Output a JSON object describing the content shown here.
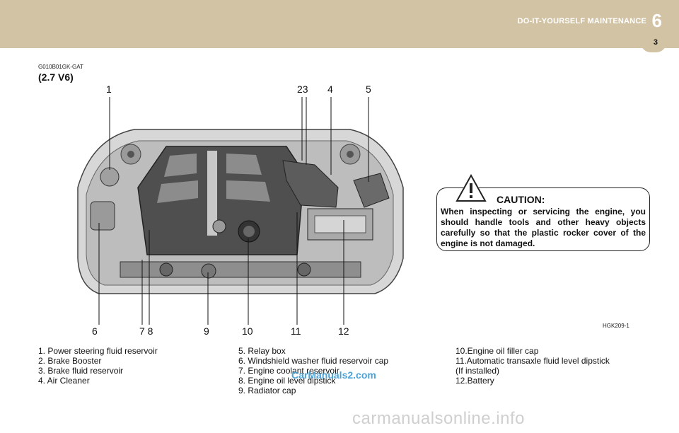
{
  "header": {
    "section_title": "DO-IT-YOURSELF MAINTENANCE",
    "chapter_number": "6",
    "page_number": "3",
    "band_color": "#d2c3a4"
  },
  "content": {
    "code": "G010B01GK-GAT",
    "variant": "(2.7 V6)",
    "figure_code": "HGK209-1"
  },
  "callouts": {
    "n1": "1",
    "n23": "23",
    "n4": "4",
    "n5": "5",
    "n6": "6",
    "n78": "7 8",
    "n9": "9",
    "n10": "10",
    "n11": "11",
    "n12": "12"
  },
  "caution": {
    "icon": "warning-triangle-icon",
    "title": "CAUTION:",
    "body": "When inspecting or servicing the engine, you should handle tools and other heavy objects carefully so that the plastic rocker cover of the engine is not damaged."
  },
  "legend": {
    "col1": [
      "1.  Power steering fluid reservoir",
      "2.  Brake  Booster",
      "3.  Brake fluid reservoir",
      "4.  Air Cleaner"
    ],
    "col2": [
      "5.  Relay  box",
      "6.  Windshield washer fluid reservoir cap",
      "7.  Engine  coolant  reservoir",
      "8.  Engine oil level dipstick",
      "9.  Radiator cap"
    ],
    "col3": [
      "10.Engine oil filler cap",
      "11.Automatic transaxle fluid level dipstick",
      "      (If installed)",
      "12.Battery"
    ]
  },
  "watermarks": {
    "small": "CarManuals2.com",
    "large": "carmanualsonline.info"
  }
}
